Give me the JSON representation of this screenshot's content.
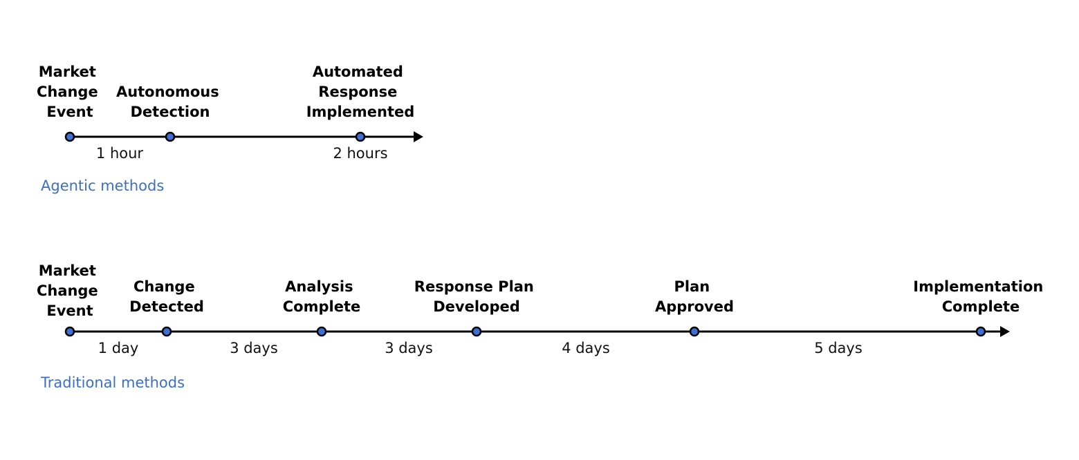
{
  "colors": {
    "line": "#000000",
    "marker_fill": "#3f6fd1",
    "method_label": "#3b6fc4"
  },
  "timelines": [
    {
      "method": "Agentic methods",
      "events": [
        {
          "label": [
            "Market",
            "Change",
            "Event"
          ]
        },
        {
          "label": [
            "Autonomous",
            "Detection"
          ]
        },
        {
          "label": [
            "Automated",
            "Response",
            "Implemented"
          ]
        }
      ],
      "durations": [
        "1 hour",
        "2 hours"
      ]
    },
    {
      "method": "Traditional methods",
      "events": [
        {
          "label": [
            "Market",
            "Change",
            "Event"
          ]
        },
        {
          "label": [
            "Change",
            "Detected"
          ]
        },
        {
          "label": [
            "Analysis",
            "Complete"
          ]
        },
        {
          "label": [
            "Response Plan",
            "Developed"
          ]
        },
        {
          "label": [
            "Plan",
            "Approved"
          ]
        },
        {
          "label": [
            "Implementation",
            "Complete"
          ]
        }
      ],
      "durations": [
        "1 day",
        "3 days",
        "3 days",
        "4 days",
        "5 days"
      ]
    }
  ]
}
